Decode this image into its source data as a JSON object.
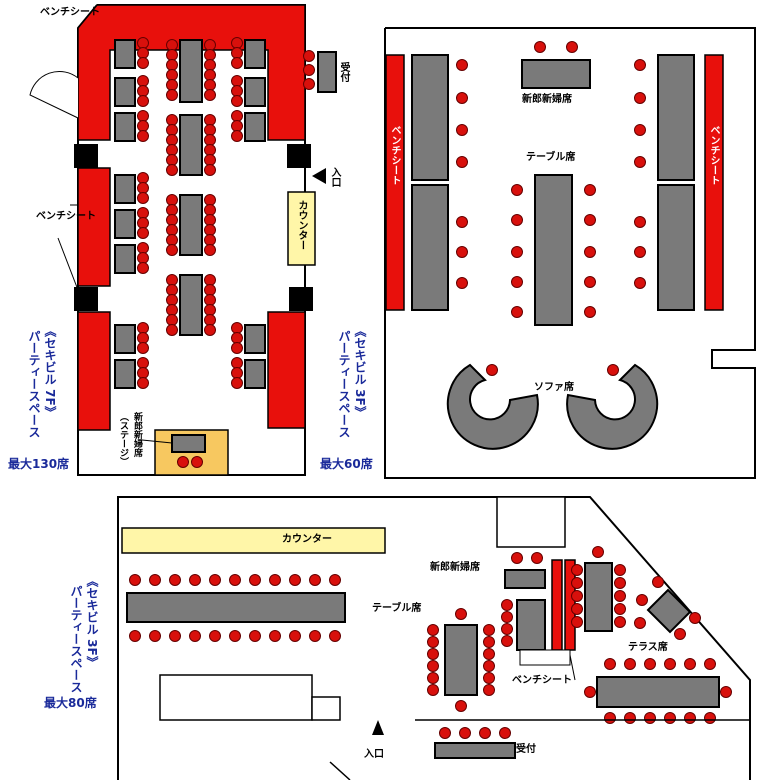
{
  "panel_7f": {
    "bench_top": "ベンチシート",
    "bench_mid": "ベンチシート",
    "reception": "受付",
    "entrance": "入口",
    "counter": "カウンター",
    "stage_line1": "新郎新婦席",
    "stage_line2": "（ステージ）",
    "title": "《セキビル 7F》",
    "subtitle": "パーティースペース",
    "capacity": "最大130席"
  },
  "panel_3f_a": {
    "title": "《セキビル 3F》",
    "subtitle": "パーティースペース",
    "capacity": "最大60席",
    "bench_left": "ベンチシート",
    "bench_right": "ベンチシート",
    "couple_seat": "新郎新婦席",
    "table_seat": "テーブル席",
    "sofa_seat": "ソファ席"
  },
  "panel_3f_b": {
    "title": "《セキビル 3F》",
    "subtitle": "パーティースペース",
    "capacity": "最大80席",
    "counter": "カウンター",
    "couple_seat": "新郎新婦席",
    "table_seat": "テーブル席",
    "terrace_seat": "テラス席",
    "bench": "ベンチシート",
    "entrance": "入口",
    "reception": "受付"
  },
  "colors": {
    "bench": "#e8100c",
    "table": "#7a7a7a",
    "chair": "#d8100c",
    "counter": "#fff6a8",
    "stage": "#f7c860",
    "caption": "#1a2a9a"
  }
}
